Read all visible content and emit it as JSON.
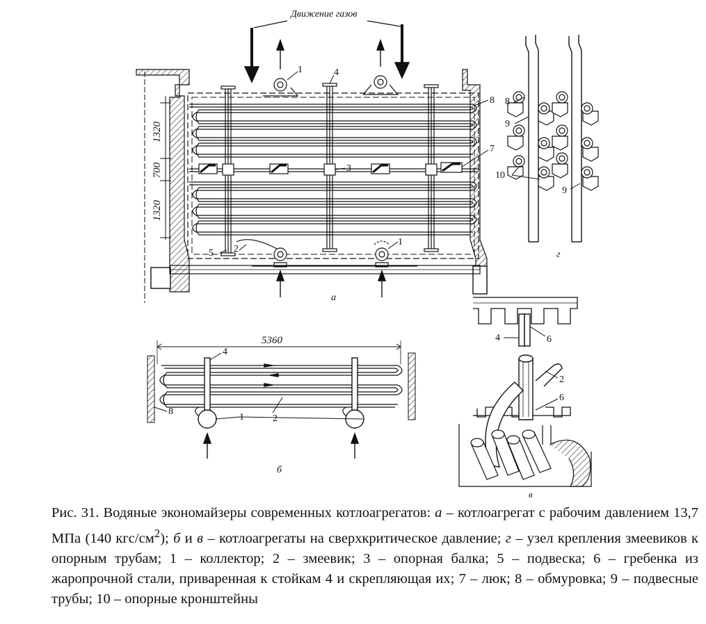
{
  "figure": {
    "gas_label": "Движение газов",
    "view_a": {
      "label": "а",
      "dimensions": [
        "1320",
        "700",
        "1320"
      ],
      "callouts": [
        "1",
        "4",
        "8",
        "7",
        "3",
        "5",
        "2",
        "1"
      ]
    },
    "view_b": {
      "label": "б",
      "dimension": "5360",
      "callouts": [
        "4",
        "8",
        "2",
        "1"
      ]
    },
    "view_v": {
      "label": "в",
      "callouts": [
        "4",
        "6",
        "2",
        "6"
      ]
    },
    "view_g": {
      "label": "г",
      "callouts": [
        "8",
        "9",
        "10",
        "9"
      ]
    }
  },
  "caption": {
    "lead": "Рис. 31. Водяные экономайзеры современных котлоагрегатов: ",
    "a": "а",
    "t1": " – котлоагрегат с рабочим давлением 13,7 МПа (140 кгс/см",
    "sup": "2",
    "t2": "); ",
    "b": "б",
    "t3": " и ",
    "v": "в",
    "t4": " – котлоагрегаты на сверхкритическое давление; ",
    "g": "г",
    "t5": " – узел крепления змеевиков к опорным трубам; 1 – коллектор; 2 – змеевик; 3 – опорная балка; 5 – подвеска; 6 – гребенка из жаропрочной стали, приваренная к стойкам 4 и скрепляющая их; 7 – люк; 8 – обмуровка; 9 – подвесные трубы; 10 – опорные кронштейны"
  }
}
